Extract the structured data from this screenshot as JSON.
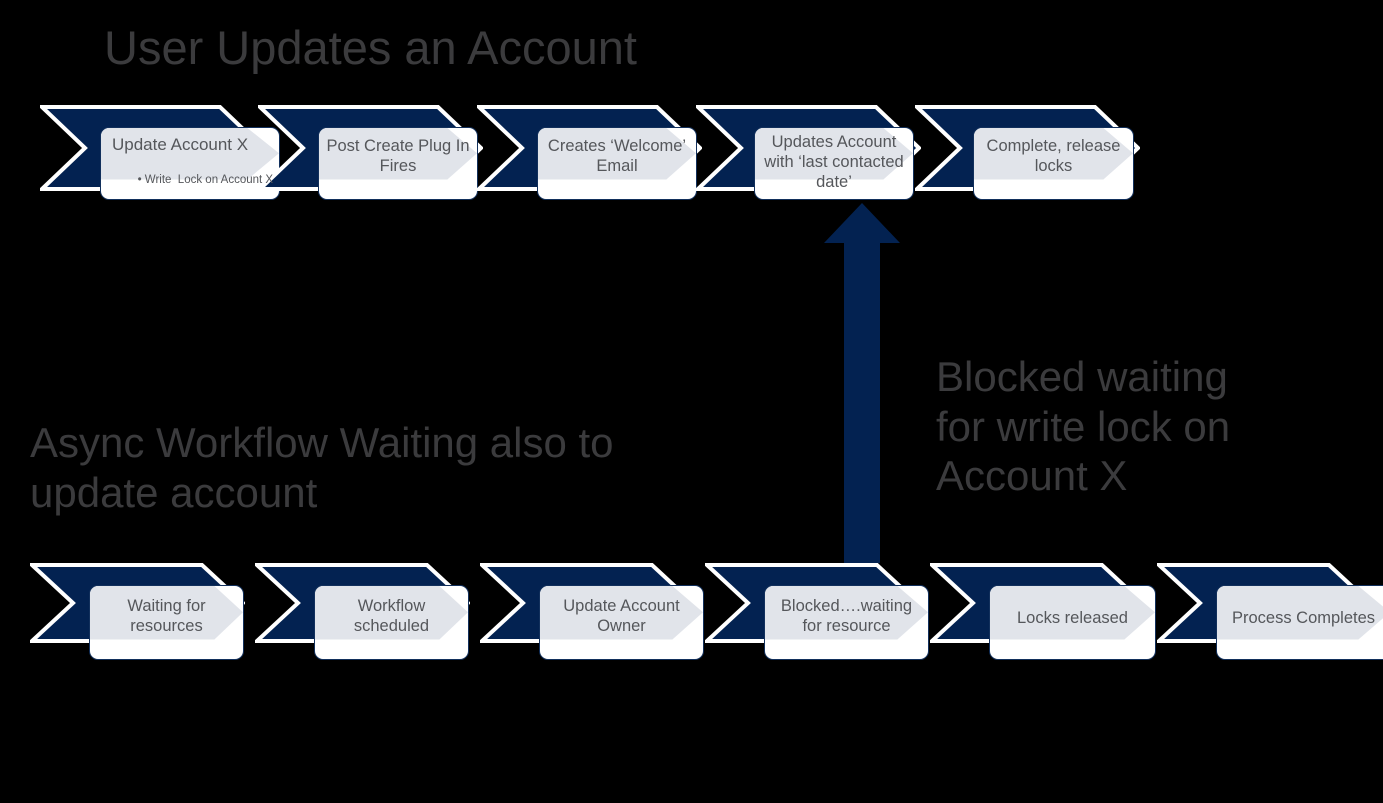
{
  "diagram": {
    "title": "User Updates an Account",
    "background_color": "#000000",
    "accent_navy": "#032251",
    "chevron_fill": "#E1E4EA",
    "card_fill": "#FFFFFF",
    "text_color": "#55575B",
    "heading_color": "#3B3B3D"
  },
  "top_track": {
    "label": "User Updates an Account",
    "steps": [
      {
        "id": "update-account-x",
        "heading": "Update Account X",
        "bullets": [
          "Write  Lock on Account X"
        ],
        "text": ""
      },
      {
        "id": "post-create-plugin-fires",
        "heading": "",
        "bullets": [],
        "text": "Post Create Plug In\nFires"
      },
      {
        "id": "creates-welcome-email",
        "heading": "",
        "bullets": [],
        "text": "Creates ‘Welcome’\nEmail"
      },
      {
        "id": "updates-account-last-contacted-date",
        "heading": "",
        "bullets": [],
        "text": "Updates Account\nwith ‘last contacted\ndate’"
      },
      {
        "id": "complete-release-locks",
        "heading": "",
        "bullets": [],
        "text": "Complete, release\nlocks"
      }
    ]
  },
  "bottom_track": {
    "label": "Async Workflow Waiting also to\nupdate account",
    "steps": [
      {
        "id": "waiting-for-resources",
        "heading": "",
        "bullets": [],
        "text": "Waiting for\nresources"
      },
      {
        "id": "workflow-scheduled",
        "heading": "",
        "bullets": [],
        "text": "Workflow\nscheduled"
      },
      {
        "id": "update-account-owner",
        "heading": "",
        "bullets": [],
        "text": "Update Account\nOwner"
      },
      {
        "id": "blocked-waiting-for-resource",
        "heading": "",
        "bullets": [],
        "text": "Blocked….waiting\nfor resource"
      },
      {
        "id": "locks-released",
        "heading": "",
        "bullets": [],
        "text": "Locks released"
      },
      {
        "id": "process-completes",
        "heading": "",
        "bullets": [],
        "text": "Process Completes"
      }
    ]
  },
  "annotations": {
    "blocked_note": "Blocked waiting\nfor write lock on\nAccount X",
    "arrow": {
      "name": "block-arrow",
      "direction": "up",
      "from": "blocked-waiting-for-resource",
      "to": "updates-account-last-contacted-date",
      "color": "#032251"
    }
  }
}
